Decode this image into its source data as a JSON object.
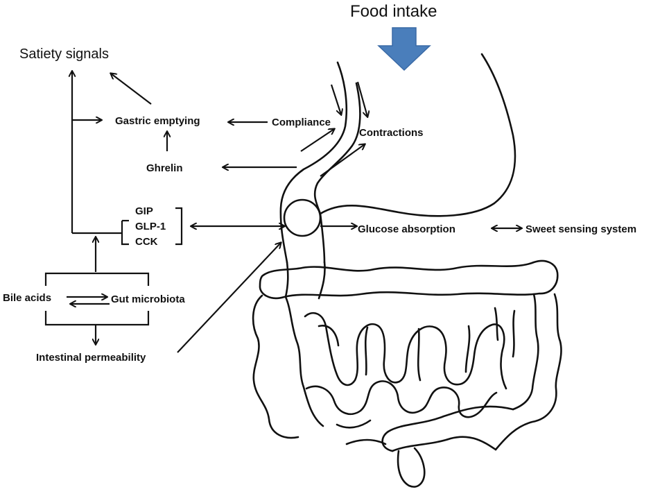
{
  "labels": {
    "food_intake": "Food intake",
    "satiety_signals": "Satiety signals",
    "gastric_emptying": "Gastric emptying",
    "compliance": "Compliance",
    "contractions": "Contractions",
    "ghrelin": "Ghrelin",
    "gip": "GIP",
    "glp1": "GLP-1",
    "cck": "CCK",
    "glucose_absorption": "Glucose absorption",
    "sweet_sensing": "Sweet sensing system",
    "bile_acids": "Bile acids",
    "gut_microbiota": "Gut microbiota",
    "intestinal_permeability": "Intestinal permeability"
  },
  "colors": {
    "food_arrow": "#4a7ebb",
    "food_arrow_stroke": "#3a6aa6",
    "ink": "#111111"
  }
}
